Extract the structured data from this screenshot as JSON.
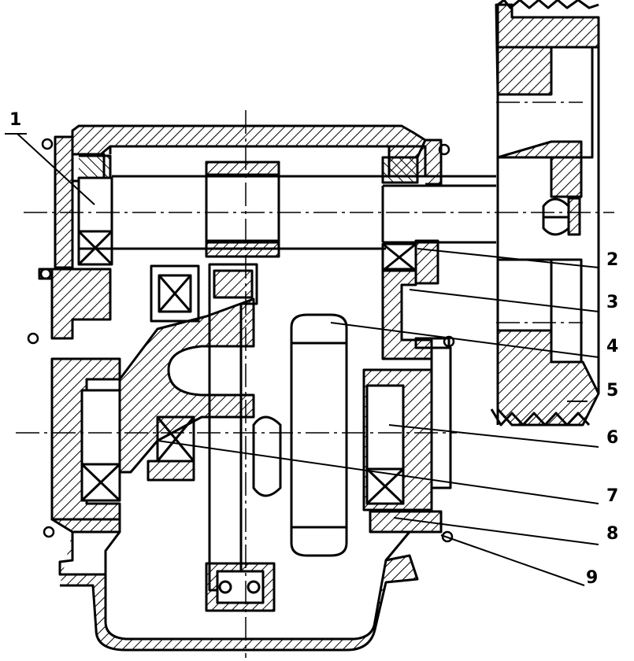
{
  "callouts": {
    "c1": "1",
    "c2": "2",
    "c3": "3",
    "c4": "4",
    "c5": "5",
    "c6": "6",
    "c7": "7",
    "c8": "8",
    "c9": "9"
  },
  "colors": {
    "ink": "#000000",
    "paper": "#ffffff"
  }
}
